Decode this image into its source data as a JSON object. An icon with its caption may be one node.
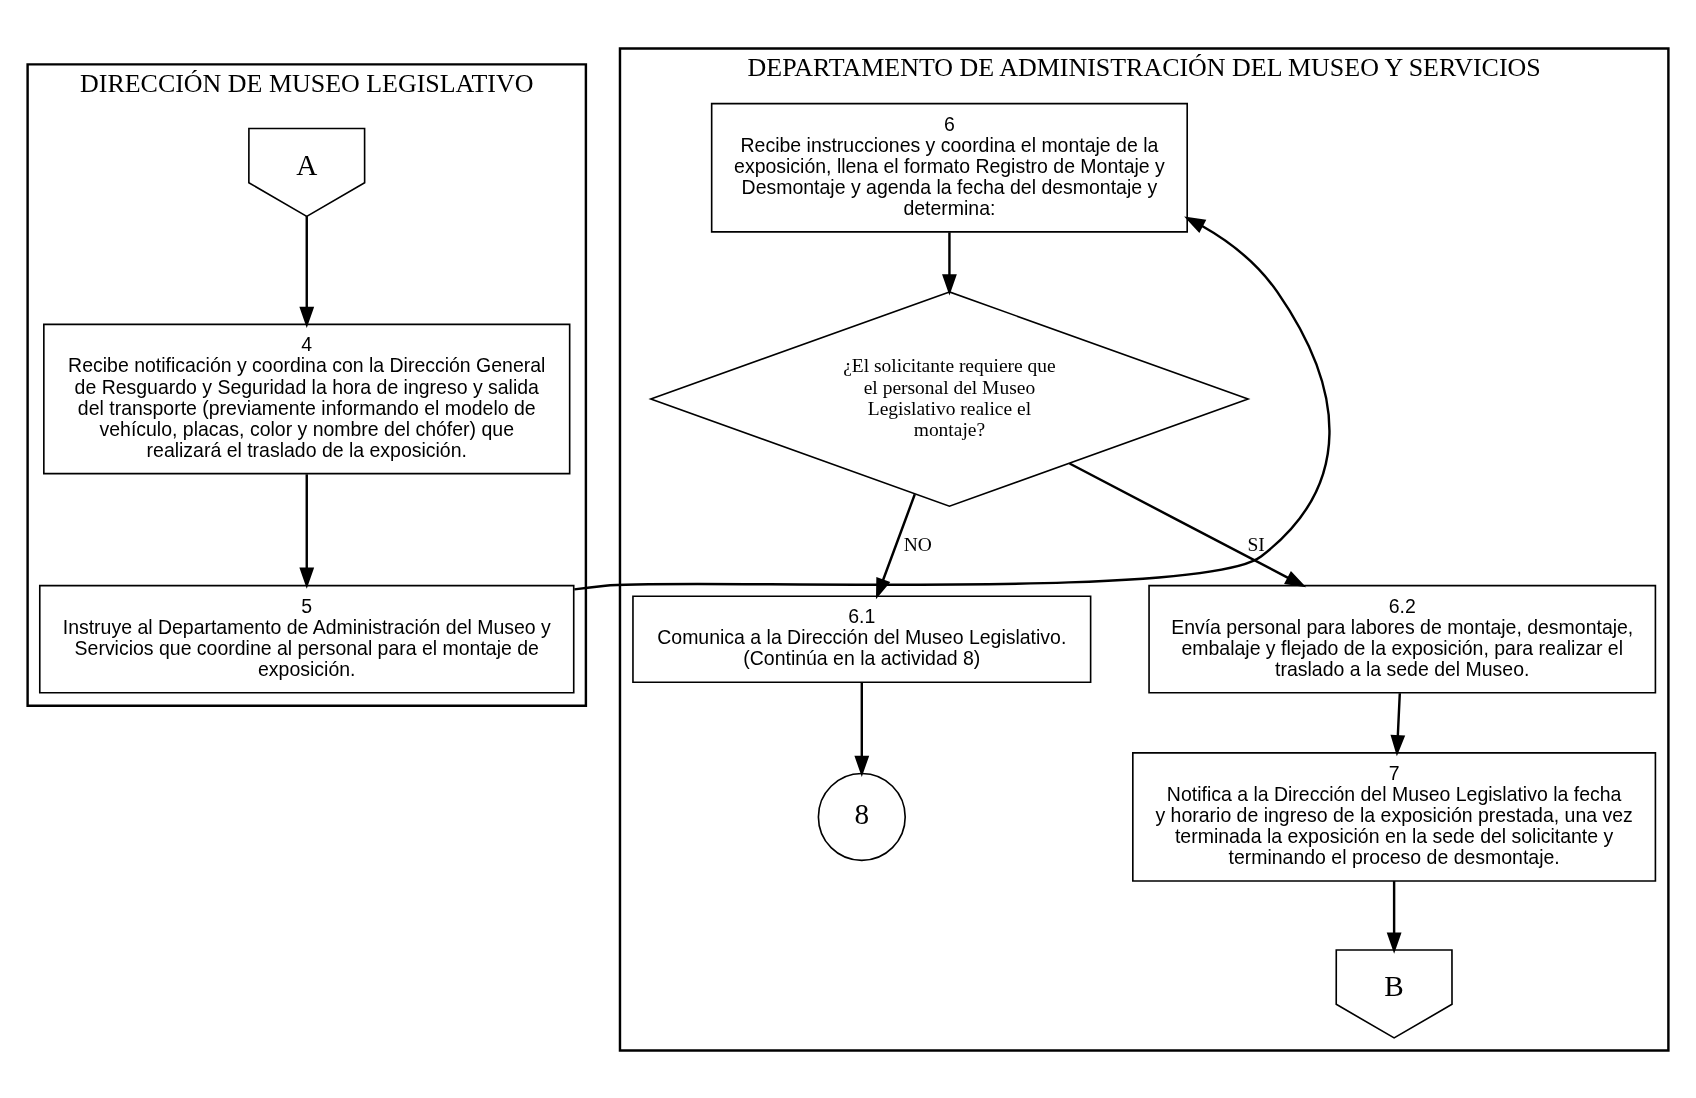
{
  "diagram": {
    "nodes": [
      {
        "text": [
          "DIRECCIÓN DE MUSEO LEGISLATIVO"
        ]
      },
      {
        "text": [
          "DEPARTAMENTO DE ADMINISTRACIÓN DEL MUSEO Y SERVICIOS"
        ]
      },
      {
        "text": [
          "A"
        ],
        "in": 0
      },
      {
        "text": [
          "4",
          "Recibe notificación y coordina con la Dirección General de Resguardo y Seguridad la hora de ingreso y salida del transporte (previamente informando el modelo de vehículo, placas, color y nombre del chófer) que realizará el traslado de la exposición."
        ],
        "in": 0
      },
      {
        "text": [
          "5",
          "Instruye al Departamento de Administración del Museo y Servicios que coordine al personal para el montaje de exposición."
        ],
        "in": 0
      },
      {
        "text": [
          "6",
          "Recibe instrucciones y coordina el montaje de la exposición, llena el formato Registro de Montaje y Desmontaje y agenda la fecha del desmontaje y determina:"
        ],
        "in": 1
      },
      {
        "text": [
          "¿El solicitante requiere que el personal del Museo Legislativo realice el montaje?"
        ],
        "in": 1
      },
      {
        "text": [
          "6.1",
          "Comunica a la Dirección del Museo Legislativo.",
          "(Continúa en la actividad 8)"
        ],
        "in": 1
      },
      {
        "text": [
          "6.2",
          "Envía personal para labores de montaje, desmontaje, embalaje y flejado de la exposición, para realizar el traslado a la sede del Museo."
        ],
        "in": 1
      },
      {
        "text": [
          "8"
        ],
        "in": 1
      },
      {
        "text": [
          "7",
          "Notifica a la Dirección del Museo Legislativo la fecha y horario de ingreso de la exposición prestada, una vez terminada la exposición en la sede del solicitante y terminando el proceso de desmontaje."
        ],
        "in": 1
      },
      {
        "text": [
          "B"
        ],
        "in": 1
      }
    ],
    "edges": [
      {
        "from": 2,
        "to": 3,
        "arrow": "to"
      },
      {
        "from": 3,
        "to": 4,
        "arrow": "to"
      },
      {
        "from": 4,
        "to": 5,
        "arrow": "to"
      },
      {
        "from": 5,
        "to": 6,
        "arrow": "to"
      },
      {
        "from": 6,
        "to": 7,
        "label": "NO",
        "arrow": "to"
      },
      {
        "from": 6,
        "to": 8,
        "label": "SI",
        "arrow": "to"
      },
      {
        "from": 7,
        "to": 9,
        "arrow": "to"
      },
      {
        "from": 8,
        "to": 10,
        "arrow": "to"
      },
      {
        "from": 10,
        "to": 11,
        "arrow": "to"
      }
    ]
  }
}
